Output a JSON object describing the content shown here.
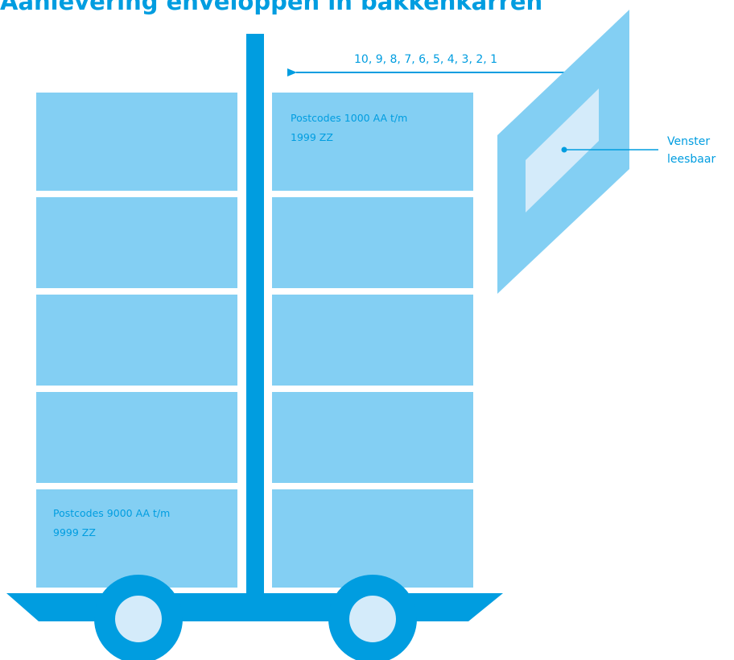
{
  "title": "Aanlevering enveloppen in bakkenkarren",
  "colors": {
    "title": "#009de0",
    "dark_blue": "#009de0",
    "light_blue": "#83cff3",
    "pale_blue": "#d4ebfa",
    "label_text": "#009de0"
  },
  "cart": {
    "right_column_top_box": {
      "line1": "Postcodes 1000 AA t/m",
      "line2": "1999 ZZ"
    },
    "left_column_bottom_box": {
      "line1": "Postcodes 9000 AA t/m",
      "line2": "9999 ZZ"
    }
  },
  "sequence_arrow": {
    "label": "10, 9, 8, 7, 6, 5, 4, 3, 2, 1"
  },
  "envelope_callout": {
    "line1": "Venster",
    "line2": "leesbaar"
  }
}
